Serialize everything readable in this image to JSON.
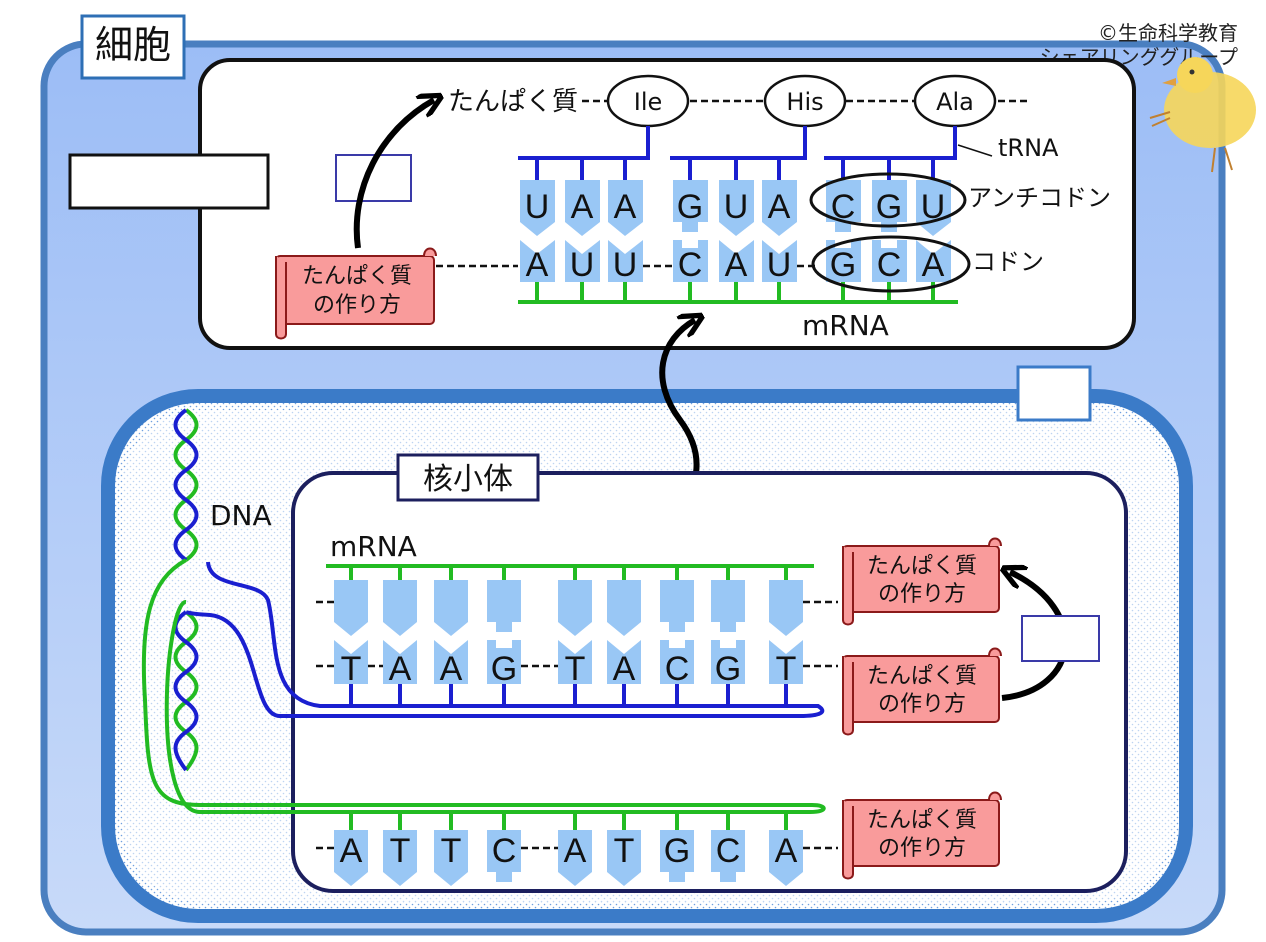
{
  "title": "細胞",
  "copyright": [
    "©生命科学教育",
    "シェアリンググループ"
  ],
  "top_labels": {
    "protein": "たんぱく質",
    "amino_acids": [
      "Ile",
      "His",
      "Ala"
    ],
    "trna": "tRNA",
    "anticodon": "アンチコドン",
    "codon": "コドン",
    "mrna": "mRNA"
  },
  "trna_bases": [
    [
      "U",
      "A",
      "A"
    ],
    [
      "G",
      "U",
      "A"
    ],
    [
      "C",
      "G",
      "U"
    ]
  ],
  "mrna_bases_top": [
    "A",
    "U",
    "U",
    "C",
    "A",
    "U",
    "G",
    "C",
    "A"
  ],
  "scroll_label": [
    "たんぱく質",
    "の作り方"
  ],
  "nucleolus_label": "核小体",
  "dna_label": "DNA",
  "nucleus_mrna_label": "mRNA",
  "dna_template_bases": [
    "T",
    "A",
    "A",
    "G",
    "T",
    "A",
    "C",
    "G",
    "T"
  ],
  "dna_coding_bases": [
    "A",
    "T",
    "T",
    "C",
    "A",
    "T",
    "G",
    "C",
    "A"
  ],
  "colors": {
    "cell_border": "#4a7fc0",
    "cytoplasm": "#b5cdf8",
    "nucleus_border": "#3b7bc8",
    "nucleolus_border": "#1c1f5e",
    "base_fill": "#99c7f5",
    "green_strand": "#22bb22",
    "blue_strand": "#1a1fd0",
    "scroll_fill": "#f99b9b",
    "scroll_border": "#8b1a1a",
    "blank_box_border": "#3a3aa8"
  }
}
